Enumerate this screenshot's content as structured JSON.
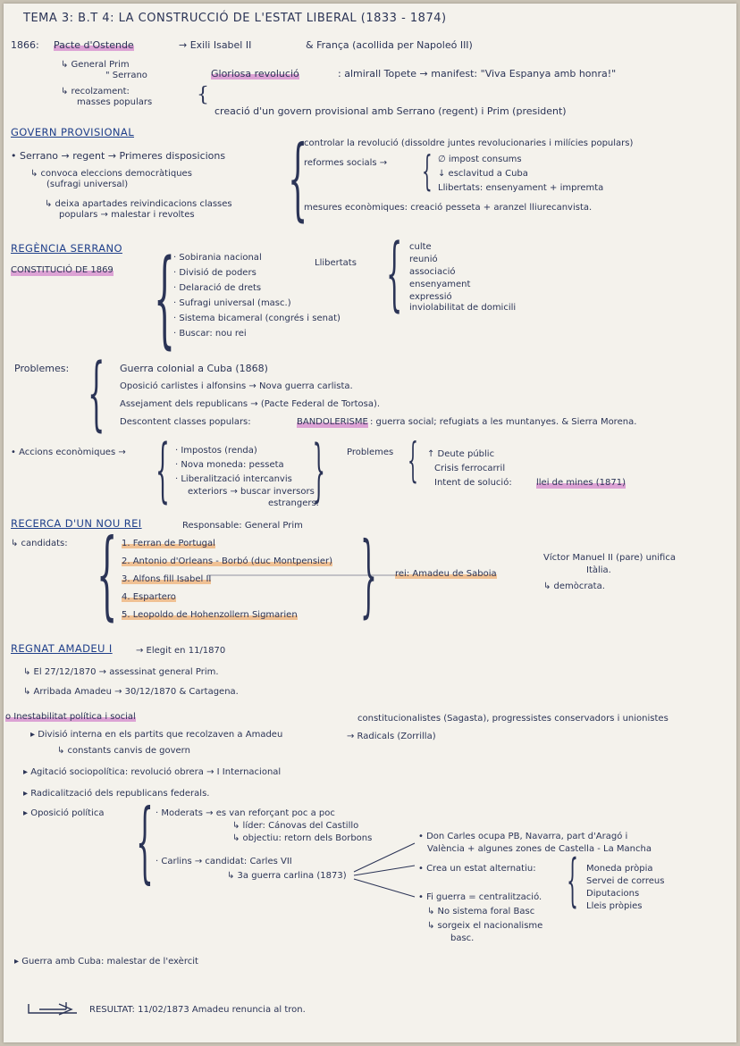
{
  "title": "TEMA 3: B.T 4: LA CONSTRUCCIÓ DE L'ESTAT LIBERAL (1833 - 1874)",
  "sec1866": {
    "year": "1866:",
    "pacte": "Pacte d'Ostende",
    "exili": "→ Exili Isabel II",
    "franca": "& França (acollida per Napoleó III)",
    "general_prim": "↳ General Prim",
    "serrano": "\" Serrano",
    "recolzament": "↳ recolzament:",
    "masses": "masses populars",
    "gloriosa": "Gloriosa revolució",
    "almirall": ": almirall Topete → manifest: \"Viva Espanya amb honra!\"",
    "creacio": "creació d'un govern provisional amb Serrano (regent) i Prim (president)"
  },
  "govern": {
    "head": "GOVERN PROVISIONAL",
    "serrano": "• Serrano → regent → Primeres disposicions",
    "convoca": "↳ convoca eleccions democràtiques",
    "sufragi": "(sufragi universal)",
    "deixa": "↳ deixa apartades reivindicacions classes",
    "populars": "populars → malestar i revoltes",
    "controlar": "controlar la revolució (dissoldre juntes revolucionaries i milícies populars)",
    "reformes": "reformes socials →",
    "impost": "∅ impost consums",
    "esclavitud": "↓ esclavitud a Cuba",
    "llibertats": "Llibertats: ensenyament + impremta",
    "mesures": "mesures econòmiques: creació pesseta + aranzel lliurecanvista."
  },
  "regencia": {
    "head": "REGÈNCIA SERRANO",
    "constitucio": "CONSTITUCIÓ DE 1869",
    "items": [
      "· Sobirania nacional",
      "· Divisió de poders",
      "· Delaració de drets",
      "· Sufragi universal (masc.)",
      "· Sistema bicameral (congrés i senat)",
      "· Buscar: nou rei"
    ],
    "llibertats": "Llibertats",
    "llibertats_items": [
      "culte",
      "reunió",
      "associació",
      "ensenyament",
      "expressió",
      "inviolabilitat de domicili"
    ]
  },
  "problemes": {
    "label": "Problemes:",
    "items": [
      "Guerra colonial a Cuba (1868)",
      "Oposició carlistes i alfonsins → Nova guerra carlista.",
      "Assejament dels republicans → (Pacte Federal de Tortosa).",
      "Descontent classes populars:"
    ],
    "bandolerisme": "BANDOLERISME",
    "bandolerisme_rest": ": guerra social; refugiats a les muntanyes. & Sierra Morena."
  },
  "accions": {
    "label": "• Accions econòmiques →",
    "impostos": "· Impostos (renda)",
    "moneda": "· Nova moneda: pesseta",
    "liberalitzacio": "· Liberalització intercanvis",
    "exteriors": "exteriors → buscar inversors",
    "estrangers": "estrangers.",
    "problemes": "Problemes",
    "deute": "↑ Deute públic",
    "crisi": "Crisis ferrocarril",
    "intent": "Intent de solució:",
    "llei": "llei de mines (1871)"
  },
  "recerca": {
    "head": "RECERCA D'UN NOU REI",
    "responsable": "Responsable: General Prim",
    "candidats": "↳ candidats:",
    "items": [
      "1. Ferran de Portugal",
      "2. Antonio d'Orleans - Borbó (duc Montpensier)",
      "3. Alfons fill Isabel II",
      "4. Espartero",
      "5. Leopoldo de Hohenzollern Sigmarien"
    ],
    "rei": "rei: Amadeu de Saboia",
    "victor": "Víctor Manuel II (pare) unifica",
    "italia": "Itàlia.",
    "democrata": "↳ demòcrata."
  },
  "amadeu": {
    "head": "REGNAT AMADEU I",
    "escollit": "→ Elegit en 11/1870",
    "assassinat": "↳ El 27/12/1870 → assessinat general Prim.",
    "arribada": "↳ Arribada Amadeu → 30/12/1870 & Cartagena.",
    "inestabilitat": "o Inestabilitat política i social",
    "divisio": "▸ Divisió interna en els partits que recolzaven a Amadeu",
    "constitucionalistes": "constitucionalistes (Sagasta), progressistes conservadors i unionistes",
    "radicals": "→ Radicals (Zorrilla)",
    "canvis": "↳ constants canvis de govern",
    "agitacio": "▸ Agitació sociopolítica: revolució obrera → I Internacional",
    "radicalitzacio": "▸ Radicalització dels republicans federals.",
    "oposicio": "▸ Oposició política",
    "moderats": "· Moderats → es van reforçant poc a poc",
    "lider": "↳ líder: Cánovas del Castillo",
    "objectiu": "↳ objectiu: retorn dels Borbons",
    "carlins": "· Carlins → candidat: Carles VII",
    "guerra3": "↳ 3a guerra carlina (1873)",
    "don_carles": "• Don Carles ocupa PB, Navarra, part d'Aragó i",
    "valencia": "València + algunes zones de Castella - La Mancha",
    "crea": "• Crea un estat alternatiu:",
    "estat_items": [
      "Moneda pròpia",
      "Servei de correus",
      "Diputacions",
      "Lleis pròpies"
    ],
    "fi_guerra": "• Fi guerra = centralització.",
    "no_foral": "↳ No sistema foral Basc",
    "sorgeix": "↳ sorgeix el nacionalisme",
    "basc": "basc.",
    "cuba": "▸ Guerra amb Cuba: malestar de l'exèrcit",
    "resultat": "RESULTAT: 11/02/1873 Amadeu renuncia al tron."
  }
}
